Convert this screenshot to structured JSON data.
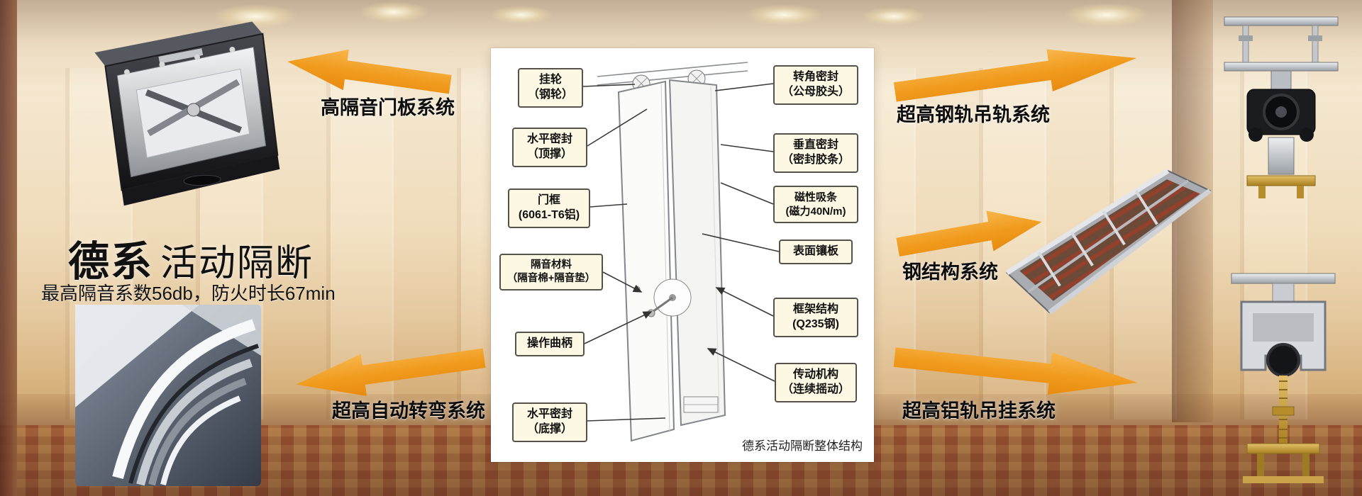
{
  "hero": {
    "title_primary": "德系",
    "title_secondary": "活动隔断",
    "subtitle": "最高隔音系数56db，防火时长67min"
  },
  "systems": {
    "door_panel": "高隔音门板系统",
    "auto_turn": "超高自动转弯系统",
    "steel_rail": "超高钢轨吊轨系统",
    "steel_structure": "钢结构系统",
    "alu_rail": "超高铝轨吊挂系统"
  },
  "diagram": {
    "caption": "德系活动隔断整体结构",
    "left_callouts": [
      "挂轮\n（钢轮）",
      "水平密封\n（顶撑）",
      "门框\n(6061-T6铝)",
      "隔音材料\n（隔音棉+隔音垫）",
      "操作曲柄",
      "水平密封\n（底撑）"
    ],
    "right_callouts": [
      "转角密封\n（公母胶头）",
      "垂直密封\n（密封胶条）",
      "磁性吸条\n(磁力40N/m)",
      "表面镶板",
      "框架结构\n(Q235钢)",
      "传动机构\n（连续摇动）"
    ]
  },
  "colors": {
    "arrow_orange": "#F09A1C",
    "callout_bg": "#FDF8E3",
    "callout_border": "#55524A"
  }
}
